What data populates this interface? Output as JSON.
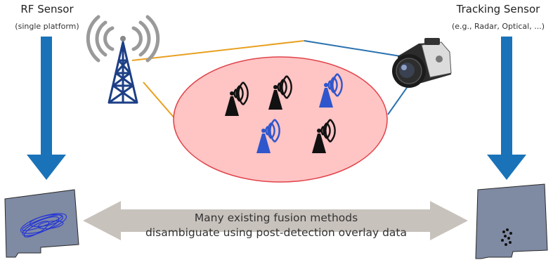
{
  "rf_sensor": {
    "title": "RF Sensor",
    "subtitle": "(single platform)",
    "icon": "radio-tower-icon"
  },
  "tracking_sensor": {
    "title": "Tracking Sensor",
    "subtitle": "(e.g., Radar, Optical, ...)",
    "icon": "camera-icon"
  },
  "emitters": {
    "icon": "emitter-icon",
    "count_black": 3,
    "count_blue": 2
  },
  "fusion_arrow": {
    "line1": "Many existing fusion methods",
    "line2": "disambiguate using post-detection overlay data"
  },
  "colors": {
    "arrow_blue": "#1a73b8",
    "map_fill": "#7f8aa3",
    "ellipse_fill": "#ffc4c4",
    "ellipse_stroke": "#e0434a",
    "rf_line": "#e8a020",
    "tracking_line": "#2a72b0",
    "emitter_black": "#111111",
    "emitter_blue": "#2f56cc",
    "double_arrow": "#c8c2bc"
  }
}
